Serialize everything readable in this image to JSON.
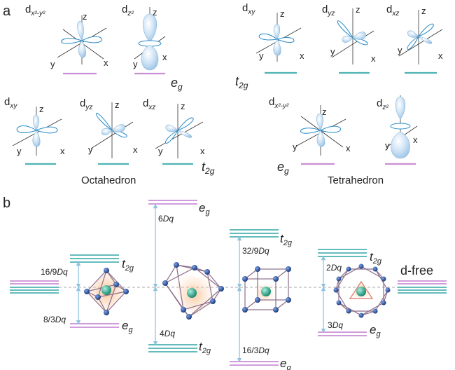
{
  "panel_a": {
    "label": "a",
    "top_left": {
      "orbitals": [
        {
          "sym": "d",
          "sub": "x²-y²"
        },
        {
          "sym": "d",
          "sub": "z²"
        }
      ],
      "group": {
        "main": "e",
        "sub": "g"
      }
    },
    "top_right": {
      "orbitals": [
        {
          "sym": "d",
          "sub": "xy"
        },
        {
          "sym": "d",
          "sub": "yz"
        },
        {
          "sym": "d",
          "sub": "xz"
        }
      ],
      "group": {
        "main": "t",
        "sub": "2g"
      }
    },
    "bottom_left": {
      "orbitals": [
        {
          "sym": "d",
          "sub": "xy"
        },
        {
          "sym": "d",
          "sub": "yz"
        },
        {
          "sym": "d",
          "sub": "xz"
        }
      ],
      "group": {
        "main": "t",
        "sub": "2g"
      },
      "caption": "Octahedron"
    },
    "bottom_right": {
      "orbitals": [
        {
          "sym": "d",
          "sub": "x²-y²"
        },
        {
          "sym": "d",
          "sub": "z²"
        }
      ],
      "group": {
        "main": "e",
        "sub": "g"
      },
      "caption": "Tetrahedron"
    },
    "axis_labels": {
      "x": "x",
      "y": "y",
      "z": "z"
    }
  },
  "panel_b": {
    "label": "b",
    "free_label": "d-free",
    "levels": [
      {
        "up_group": "t",
        "up_sub": "2g",
        "down_group": "e",
        "down_sub": "g",
        "up_gap": "16/9",
        "down_gap": "8/3"
      },
      {
        "up_group": "e",
        "up_sub": "g",
        "down_group": "t",
        "down_sub": "2g",
        "up_gap": "6",
        "down_gap": "4"
      },
      {
        "up_group": "t",
        "up_sub": "2g",
        "down_group": "e",
        "down_sub": "g",
        "up_gap": "32/9",
        "down_gap": "16/3"
      },
      {
        "up_group": "t",
        "up_sub": "2g",
        "down_group": "e",
        "down_sub": "g",
        "up_gap": "2",
        "down_gap": "3"
      }
    ],
    "dq": "Dq"
  },
  "colors": {
    "eg": "#c98fd6",
    "t2g": "#4fb3b3",
    "arrow": "#8ec3e0",
    "atom": "#2a4a8a",
    "center": "#36b29a"
  }
}
